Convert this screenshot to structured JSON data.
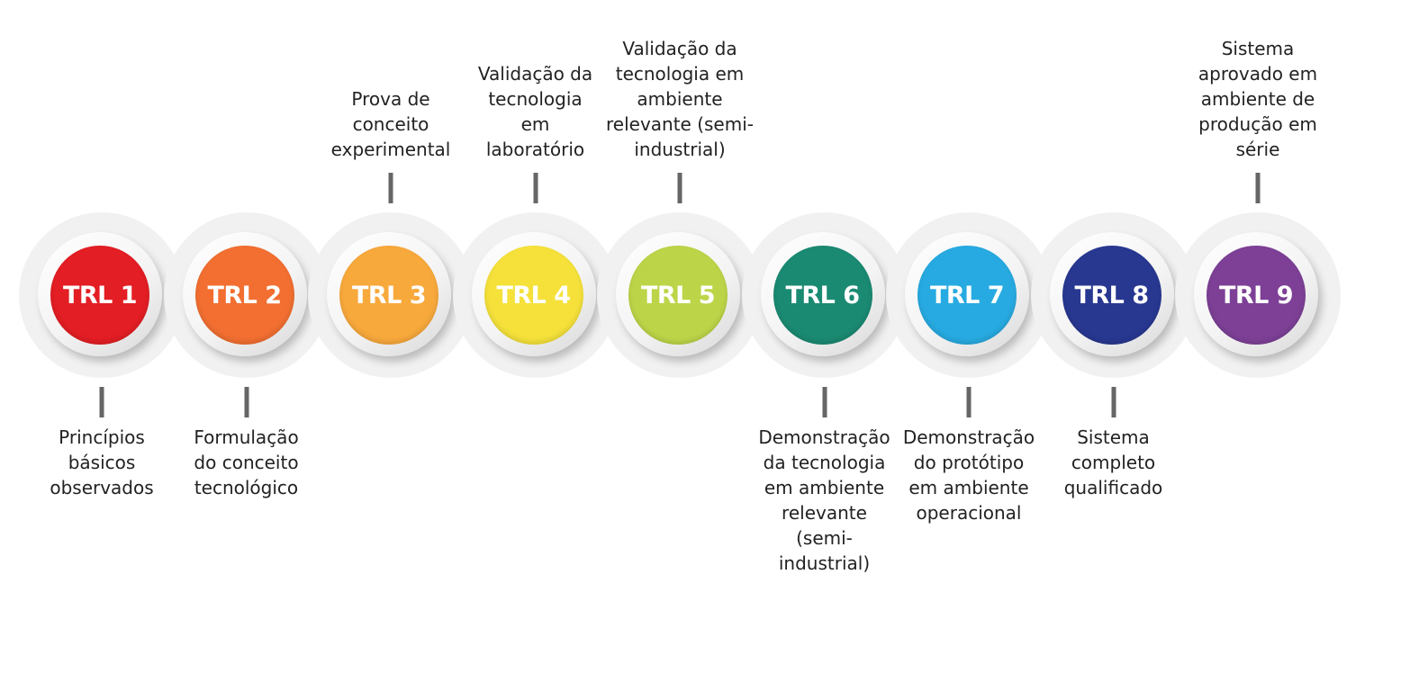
{
  "stages": [
    {
      "label": "TRL 1",
      "color": "#e31e24",
      "description_position": "below",
      "description_lines": [
        "Princípios",
        "básicos",
        "observados"
      ]
    },
    {
      "label": "TRL 2",
      "color": "#f26f31",
      "description_position": "below",
      "description_lines": [
        "Formulação",
        "do conceito",
        "tecnológico"
      ]
    },
    {
      "label": "TRL 3",
      "color": "#f8a93c",
      "description_position": "above",
      "description_lines": [
        "Prova de",
        "conceito",
        "experimental"
      ]
    },
    {
      "label": "TRL 4",
      "color": "#f5e13a",
      "description_position": "above",
      "description_lines": [
        "Validação da",
        "tecnologia",
        "em",
        "laboratório"
      ]
    },
    {
      "label": "TRL 5",
      "color": "#bcd548",
      "description_position": "above",
      "description_lines": [
        "Validação da",
        "tecnologia em",
        "ambiente",
        "relevante (semi-",
        "industrial)"
      ]
    },
    {
      "label": "TRL 6",
      "color": "#1b8a72",
      "description_position": "below",
      "description_lines": [
        "Demonstração",
        "da tecnologia",
        "em ambiente",
        "relevante",
        "(semi-",
        "industrial)"
      ]
    },
    {
      "label": "TRL 7",
      "color": "#27aae1",
      "description_position": "below",
      "description_lines": [
        "Demonstração",
        "do protótipo",
        "em ambiente",
        "operacional"
      ]
    },
    {
      "label": "TRL 8",
      "color": "#283891",
      "description_position": "below",
      "description_lines": [
        "Sistema",
        "completo",
        "qualificado"
      ]
    },
    {
      "label": "TRL 9",
      "color": "#7d4096",
      "description_position": "above",
      "description_lines": [
        "Sistema",
        "aprovado em",
        "ambiente de",
        "produção em",
        "série"
      ]
    }
  ],
  "colors": {
    "halo": "#f1f1f1",
    "connector": "#666666",
    "text": "#222222"
  }
}
